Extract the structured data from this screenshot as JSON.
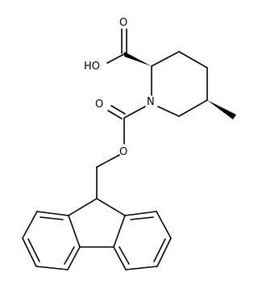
{
  "molecule": {
    "atoms": {
      "o_carbonyl_acid": "O",
      "oh_acid": "HO",
      "o_carbonyl_carbamate": "O",
      "o_ester": "O",
      "n_ring": "N"
    },
    "stereo_centers": [
      {
        "position": "C2",
        "bond": "wedge",
        "to": "COOH"
      },
      {
        "position": "C5",
        "bond": "wedge",
        "to": "CH3"
      }
    ],
    "colors": {
      "bond": "#000000",
      "text": "#000000",
      "background": "#ffffff"
    }
  }
}
